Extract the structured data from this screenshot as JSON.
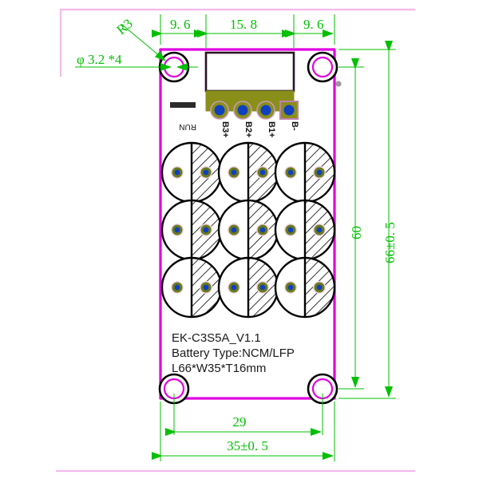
{
  "drawing": {
    "title": "EK-C3S5A_V1.1 PCB mechanical drawing",
    "colors": {
      "dimension_green": "#00c000",
      "board_outline_magenta": "#e000e0",
      "frame_pink": "#f5b8ec",
      "pad_blue": "#1040c0",
      "pad_olive": "#8a8f1a",
      "connector_olive": "#8a8f1a",
      "outline_black": "#000000"
    }
  },
  "dimensions": {
    "top": [
      {
        "label": "9. 6",
        "name": "dim-top-left"
      },
      {
        "label": "15. 8",
        "name": "dim-top-center"
      },
      {
        "label": "9. 6",
        "name": "dim-top-right"
      }
    ],
    "bottom": [
      {
        "label": "29",
        "name": "dim-bottom-inner"
      },
      {
        "label": "35±0. 5",
        "name": "dim-bottom-outer"
      }
    ],
    "right": [
      {
        "label": "60",
        "name": "dim-right-inner"
      },
      {
        "label": "66±0. 5",
        "name": "dim-right-outer"
      }
    ],
    "callouts": [
      {
        "label": "R3",
        "name": "callout-corner-radius"
      },
      {
        "label": "φ 3.2 *4",
        "name": "callout-hole-diameter"
      }
    ]
  },
  "connector": {
    "name": "battery-connector",
    "pads": [
      {
        "label": "B3+",
        "type": "round"
      },
      {
        "label": "B2+",
        "type": "round"
      },
      {
        "label": "B1+",
        "type": "round"
      },
      {
        "label": "B-",
        "type": "square"
      }
    ]
  },
  "indicator": {
    "label": "RUN"
  },
  "silkscreen": {
    "lines": [
      "EK-C3S5A_V1.1",
      "Battery Type:NCM/LFP",
      "L66*W35*T16mm"
    ]
  },
  "cells": {
    "rows": 3,
    "cols": 3,
    "count": 9,
    "description": "cell holder outlines with hatched right half"
  }
}
